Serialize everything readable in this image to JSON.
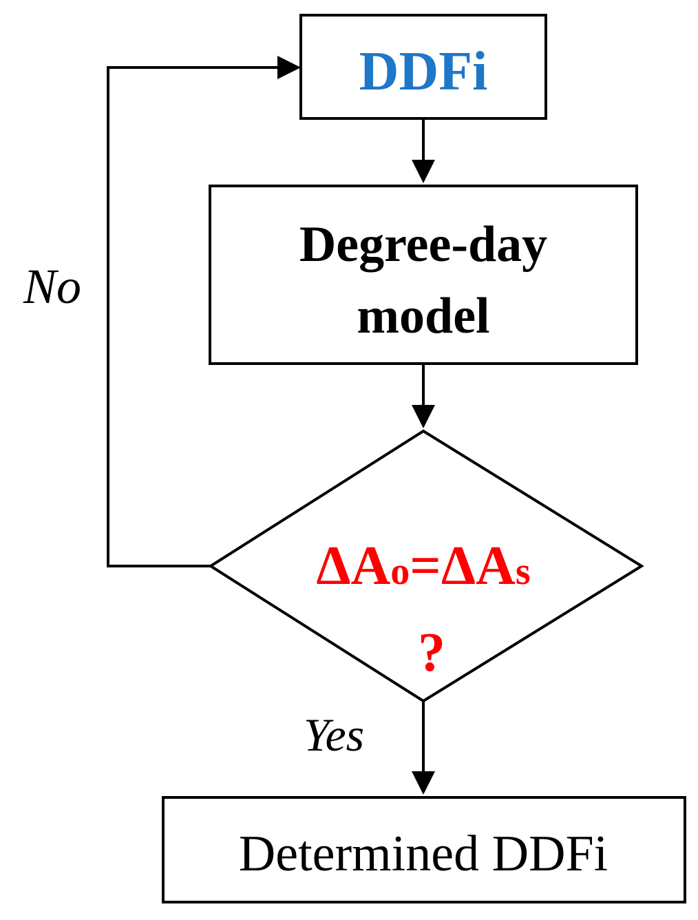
{
  "nodes": {
    "start": {
      "label": "DDFi",
      "color": "#1f77c8"
    },
    "model": {
      "line1": "Degree-day",
      "line2": "model"
    },
    "decision": {
      "delta1": "ΔA",
      "sub1": "o",
      "equals": "=",
      "delta2": "ΔA",
      "sub2": "s",
      "question": "?",
      "color": "#ff0000"
    },
    "result": {
      "label": "Determined DDFi"
    }
  },
  "edges": {
    "no_label": "No",
    "yes_label": "Yes"
  }
}
